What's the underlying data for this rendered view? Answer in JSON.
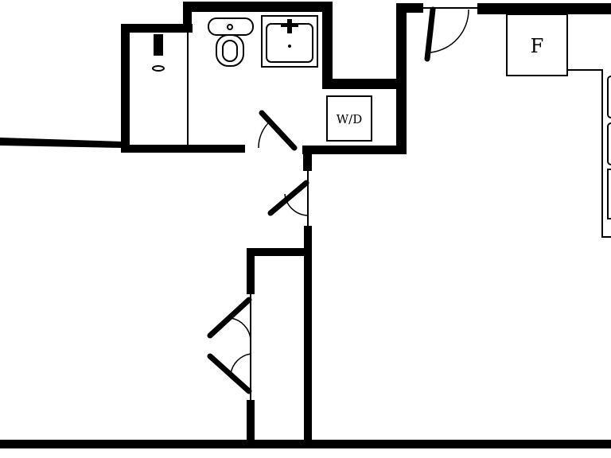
{
  "labels": {
    "fridge": "F",
    "washer_dryer": "W/D"
  },
  "colors": {
    "wall": "#000000",
    "background": "#ffffff"
  },
  "fixtures": [
    "shower",
    "toilet",
    "sink",
    "washer-dryer",
    "fridge",
    "kitchen-counter"
  ],
  "icons": [
    "door-swing-icon",
    "toilet-icon",
    "sink-icon",
    "drain-icon"
  ]
}
